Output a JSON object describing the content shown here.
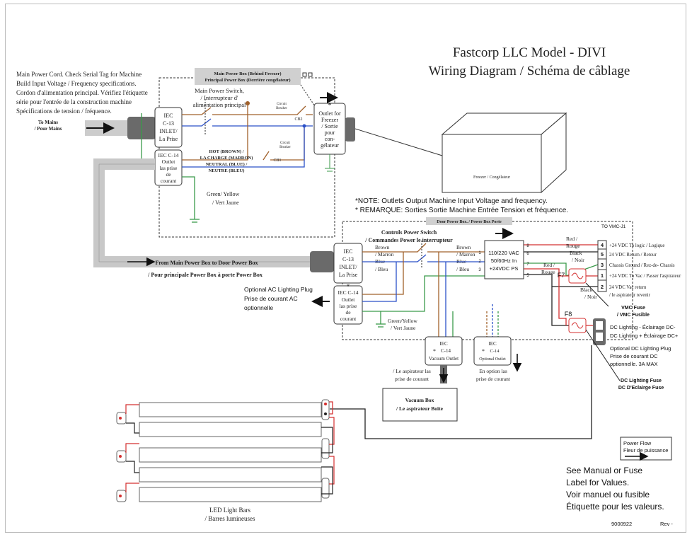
{
  "title": {
    "line1": "Fastcorp LLC Model - DIVI",
    "line2": "Wiring Diagram / Schéma de câblage"
  },
  "cord_note": {
    "line1": "Main Power Cord. Check Serial Tag for Machine",
    "line2": "Build Input Voltage / Frequency specifications.",
    "line3": "Cordon d'alimentation principal. Vérifiez l'étiquette",
    "line4": "série pour l'entrée de la construction machine",
    "line5": "Spécifications de tension / fréquence."
  },
  "to_mains": {
    "line1": "To Mains",
    "line2": "/ Pour Mains"
  },
  "main_box": {
    "line1": "Main Power Box (Behind Freezer)",
    "line2": "Principal Power Box (Derrière congélateur)"
  },
  "main_switch": {
    "line1": "Main Power Switch,",
    "line2": "/ Interrupteur d'",
    "line3": "alimentation principal"
  },
  "breaker": {
    "text1": "Circuit",
    "text2": "Breaker",
    "cb2": "CB2",
    "cb1": "CB1"
  },
  "iec_c13_inlet": {
    "line1": "IEC",
    "line2": "C-13",
    "line3": "INLET/",
    "line4": "La Prise"
  },
  "iec_c14_main": {
    "line1": "IEC C-14",
    "line2": "Outlet",
    "line3": "las prise",
    "line4": "de",
    "line5": "courant"
  },
  "wires_main": {
    "hot": "HOT (BROWN) /",
    "la_charge": "LA CHARGE (MARRON)",
    "neutral": "NEUTRAL (BLUE) /",
    "neutre": "NEUTRE (BLEU)"
  },
  "green_yellow_main": {
    "line1": "Green/ Yellow",
    "line2": "/ Vert Jaune"
  },
  "freezer_outlet": {
    "star": "*",
    "line1": "Outlet for",
    "line2": "Freezer",
    "line3": "/ Sortie",
    "line4": "pour",
    "line5": "con-",
    "line6": "gélateur"
  },
  "freezer_label": "Freezer / Congélateur",
  "note": {
    "line1": "*NOTE: Outlets Output Machine Input Voltage and frequency.",
    "line2": "* REMARQUE: Sorties Sortie Machine Entrée Tension et fréquence."
  },
  "door_box": "Door Power Box. / Power Box Porte",
  "controls_switch": {
    "line1": "Controls Power Switch",
    "line2": "/ Commandes Power le interrupteur"
  },
  "from_main": {
    "line1": "From Main Power Box to Door Power Box",
    "line2": "/ Pour principale Power Box à porte Power Box"
  },
  "iec_c13_door": {
    "line1": "IEC",
    "line2": "C-13",
    "line3": "INLET/",
    "line4": "La Prise"
  },
  "iec_c14_door": {
    "star": "*",
    "line1": "IEC C-14",
    "line2": "Outlet",
    "line3": "las prise",
    "line4": "de",
    "line5": "courant"
  },
  "wire_door_left": {
    "brown": "Brown",
    "marron": "/ Marron",
    "blue": "Blue",
    "bleu": "/ Bleu"
  },
  "wire_door_right": {
    "brown": "Brown",
    "marron": "/ Marron",
    "blue": "Blue",
    "bleu": "/ Bleu"
  },
  "psu": {
    "line1": "110/220 VAC",
    "line2": "50/60Hz In",
    "line3": "+24VDC PS",
    "pins": [
      "1",
      "2",
      "3",
      "8",
      "6",
      "7",
      "5"
    ]
  },
  "optional_ac": {
    "line1": "Optional AC Lighting Plug",
    "line2": "Prise de courant AC",
    "line3": "optionnelle"
  },
  "green_yellow_door": {
    "line1": "Green/Yellow",
    "line2": "/ Vert Jaune"
  },
  "vacuum_outlet": {
    "line1": "IEC",
    "star": "*",
    "line2": "C-14",
    "line3": "Vacuum Outlet"
  },
  "vacuum_outlet_fr": {
    "line1": "/ Le aspirateur las",
    "line2": "prise de courant"
  },
  "optional_outlet": {
    "line1": "IEC",
    "star": "*",
    "line2": "C-14",
    "line3": "Optional Outlet"
  },
  "optional_outlet_fr": {
    "line1": "En option las",
    "line2": "prise de courant"
  },
  "vacuum_box": {
    "line1": "Vacuum Box",
    "line2": "/ Le aspirateur Boîte"
  },
  "vmc": {
    "header": "TO VMC-J1",
    "pins": [
      "4",
      "5",
      "3",
      "1",
      "2"
    ],
    "labels": [
      "+24 VDC To logic / Logique",
      "24 VDC Return / Retour",
      "Chassis Ground / Rez-de- Chassis",
      "+24 VDC To Vac / Passer l'aspirateur",
      "24 VDC Vac return"
    ],
    "label5b": "/ le aspirateur revenir"
  },
  "vmc_wires": {
    "red": "Red /",
    "rouge": "Rouge",
    "black": "Black",
    "noir": "/ Noir",
    "red2": "Red /",
    "rouge2": "Rouge",
    "black2": "Black",
    "noir2": "/ Noir"
  },
  "f7": "F7",
  "f8": "F8",
  "vmc_fuse": {
    "line1": "VMC Fuse",
    "line2": "/ VMC Fusible"
  },
  "dc_lighting": {
    "line1": "DC Lighting - Éclairage DC-",
    "line2": "DC Lighting + Éclairage DC+"
  },
  "optional_dc": {
    "line1": "Optional DC Lighting Plug",
    "line2": "Prise de courant DC",
    "line3": "optionnelle. 3A MAX"
  },
  "dc_fuse": {
    "line1": "DC Lighting Fuse",
    "line2": "DC D'Eclairge Fuse"
  },
  "led_bars": {
    "line1": "LED Light Bars",
    "line2": "/ Barres lumineuses"
  },
  "power_flow": {
    "line1": "Power Flow",
    "line2": "Fleur de puissance"
  },
  "see_manual": {
    "line1": "See Manual or Fuse",
    "line2": "Label for Values.",
    "line3": "Voir manuel ou fusible",
    "line4": "Étiquette pour les valeurs."
  },
  "doc_number": "9000922",
  "rev": "Rev -",
  "colors": {
    "brown": "#a0602a",
    "blue": "#2b50c8",
    "green": "#3a9a4a",
    "red": "#d43030",
    "black": "#222222",
    "grey": "#c8c8c8",
    "dark_grey": "#6a6a6a"
  }
}
